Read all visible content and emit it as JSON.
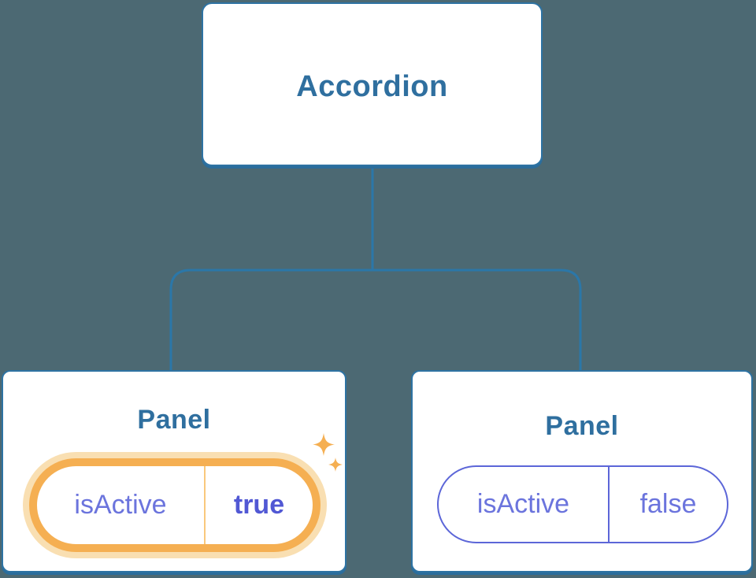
{
  "diagram": {
    "root": {
      "label": "Accordion"
    },
    "panels": [
      {
        "label": "Panel",
        "state": {
          "key": "isActive",
          "value": "true",
          "highlighted": true
        }
      },
      {
        "label": "Panel",
        "state": {
          "key": "isActive",
          "value": "false",
          "highlighted": false
        }
      }
    ]
  },
  "icons": {
    "sparkles": "sparkles-icon"
  },
  "colors": {
    "background": "#4C6973",
    "node_fill": "#FFFFFF",
    "node_border": "#2E73A3",
    "node_shadow": "#2B6D9C",
    "connector": "#2B77A8",
    "node_text": "#2F6F9F",
    "state_text": "#6B74DD",
    "state_value_active_text": "#5158D4",
    "highlight_ring": "#F5AF52",
    "highlight_glow": "#F9DFB2",
    "highlight_divider": "#F9C87D",
    "plain_pill_border": "#5C66D8",
    "sparkle": "#F5AF52"
  }
}
